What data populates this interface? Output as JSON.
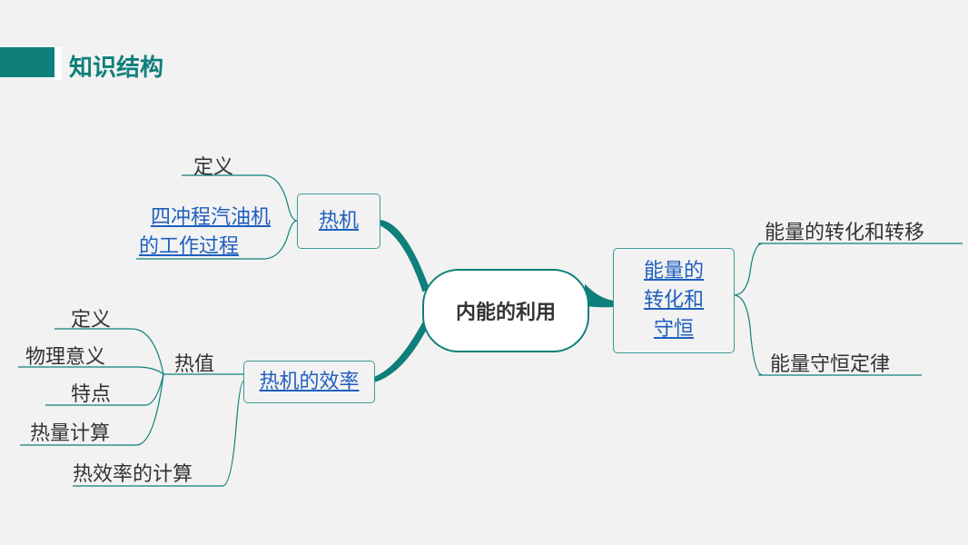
{
  "header": {
    "title": "知识结构"
  },
  "center": {
    "label": "内能的利用"
  },
  "branches": {
    "heat_engine": {
      "label": "热机",
      "children": {
        "definition": "定义",
        "process_line1": "四冲程汽油机",
        "process_line2": "的工作过程"
      }
    },
    "efficiency": {
      "label": "热机的效率",
      "heat_value": {
        "label": "热值",
        "children": [
          "定义",
          "物理意义",
          "特点",
          "热量计算"
        ]
      },
      "efficiency_calc": "热效率的计算"
    },
    "energy": {
      "label_line1": "能量的",
      "label_line2": "转化和",
      "label_line3": "守恒",
      "children": [
        "能量的转化和转移",
        "能量守恒定律"
      ]
    }
  },
  "colors": {
    "accent": "#0e7f7a",
    "link": "#1f5fbf",
    "background": "#f2f2f2"
  }
}
